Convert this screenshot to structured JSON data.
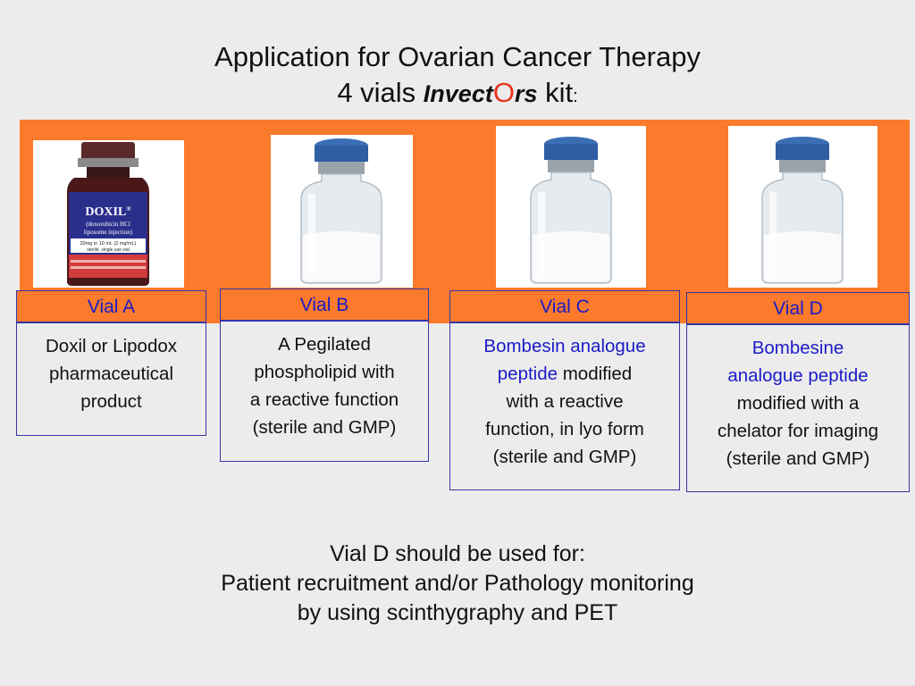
{
  "title": {
    "line1": "Application for Ovarian Cancer Therapy",
    "line2_prefix": "4 vials ",
    "brand_part1": "Invect",
    "brand_o": "O",
    "brand_part2": "rs",
    "line2_suffix": " kit",
    "colon": ":"
  },
  "colors": {
    "banner": "#fb7a2b",
    "brand_o": "#e8341c",
    "blue_text": "#1b1bc8"
  },
  "vialA_label_text": {
    "brand": "DOXIL",
    "reg": "®",
    "generic": "(doxorubicin HCl",
    "form": "liposome injection)",
    "strength": "20mg in 10 mL (2 mg/mL)",
    "use": "sterile, single use vial"
  },
  "vials": [
    {
      "label": "Vial  A",
      "desc_blue": "",
      "desc_lines": [
        "Doxil or Lipodox",
        "pharmaceutical",
        "product"
      ]
    },
    {
      "label": "Vial  B",
      "desc_blue": "",
      "desc_lines": [
        "A Pegilated",
        "phospholipid with",
        "a reactive function",
        "(sterile and GMP)"
      ]
    },
    {
      "label": "Vial  C",
      "desc_blue_1": "Bombesin analogue",
      "desc_blue_2": "peptide",
      "desc_after_blue_2": " modified",
      "desc_lines": [
        "with a reactive",
        "function, in lyo form",
        "(sterile and GMP)"
      ]
    },
    {
      "label": "Vial  D",
      "desc_blue_1": "Bombesine",
      "desc_blue_2": "analogue  peptide",
      "desc_lines": [
        "modified with a",
        "chelator for imaging",
        "(sterile and GMP)"
      ]
    }
  ],
  "footer": {
    "line1": "Vial D should be used for:",
    "line2": "Patient recruitment and/or Pathology monitoring",
    "line3": "by using scinthygraphy and PET"
  }
}
